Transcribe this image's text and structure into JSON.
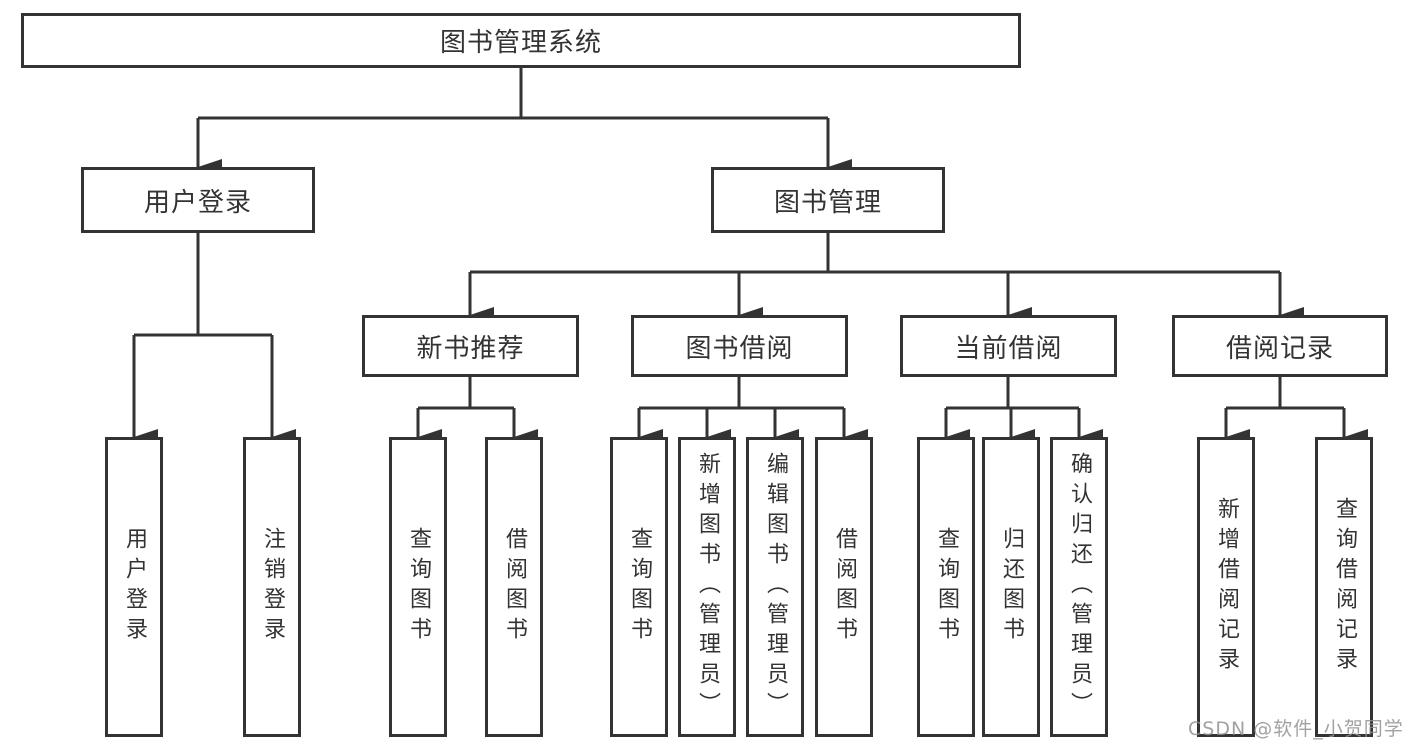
{
  "diagram": {
    "root": {
      "label": "图书管理系统"
    },
    "level2": [
      {
        "label": "用户登录"
      },
      {
        "label": "图书管理"
      }
    ],
    "level3": [
      {
        "label": "新书推荐",
        "parent": "图书管理"
      },
      {
        "label": "图书借阅",
        "parent": "图书管理"
      },
      {
        "label": "当前借阅",
        "parent": "图书管理"
      },
      {
        "label": "借阅记录",
        "parent": "图书管理"
      }
    ],
    "leaves": [
      {
        "label": "用户登录",
        "parent": "用户登录"
      },
      {
        "label": "注销登录",
        "parent": "用户登录"
      },
      {
        "label": "查询图书",
        "parent": "新书推荐"
      },
      {
        "label": "借阅图书",
        "parent": "新书推荐"
      },
      {
        "label": "查询图书",
        "parent": "图书借阅"
      },
      {
        "label": "新增图书（管理员）",
        "parent": "图书借阅"
      },
      {
        "label": "编辑图书（管理员）",
        "parent": "图书借阅"
      },
      {
        "label": "借阅图书",
        "parent": "图书借阅"
      },
      {
        "label": "查询图书",
        "parent": "当前借阅"
      },
      {
        "label": "归还图书",
        "parent": "当前借阅"
      },
      {
        "label": "确认归还（管理员）",
        "parent": "当前借阅"
      },
      {
        "label": "新增借阅记录",
        "parent": "借阅记录"
      },
      {
        "label": "查询借阅记录",
        "parent": "借阅记录"
      }
    ]
  },
  "watermark": {
    "text": "CSDN @软件_小贺同学"
  },
  "colors": {
    "line": "#333333",
    "box_border": "#333333",
    "text": "#333333",
    "background": "#ffffff",
    "watermark": "#919191"
  }
}
